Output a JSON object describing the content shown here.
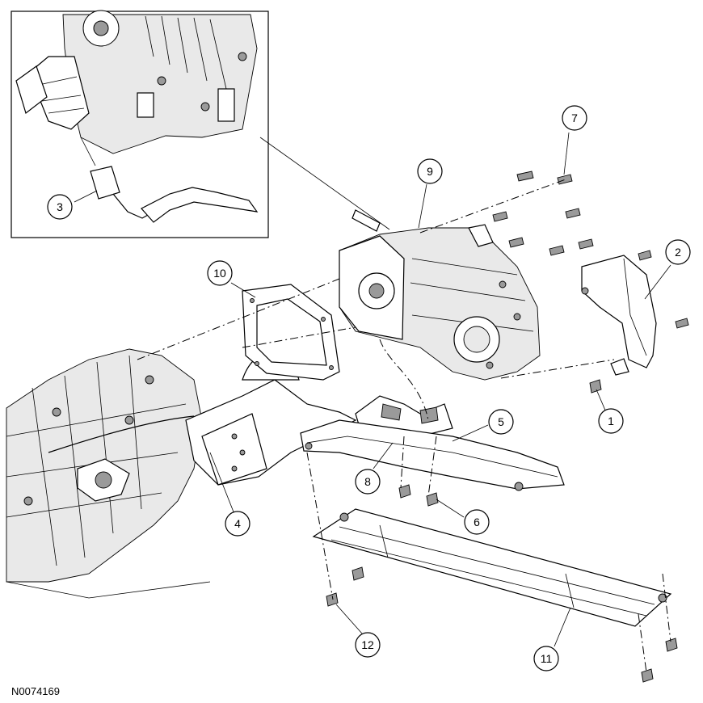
{
  "figure_id": "N0074169",
  "callouts": [
    {
      "label": "1"
    },
    {
      "label": "2"
    },
    {
      "label": "3"
    },
    {
      "label": "4"
    },
    {
      "label": "5"
    },
    {
      "label": "6"
    },
    {
      "label": "7"
    },
    {
      "label": "8"
    },
    {
      "label": "9"
    },
    {
      "label": "10"
    },
    {
      "label": "11"
    },
    {
      "label": "12"
    }
  ]
}
